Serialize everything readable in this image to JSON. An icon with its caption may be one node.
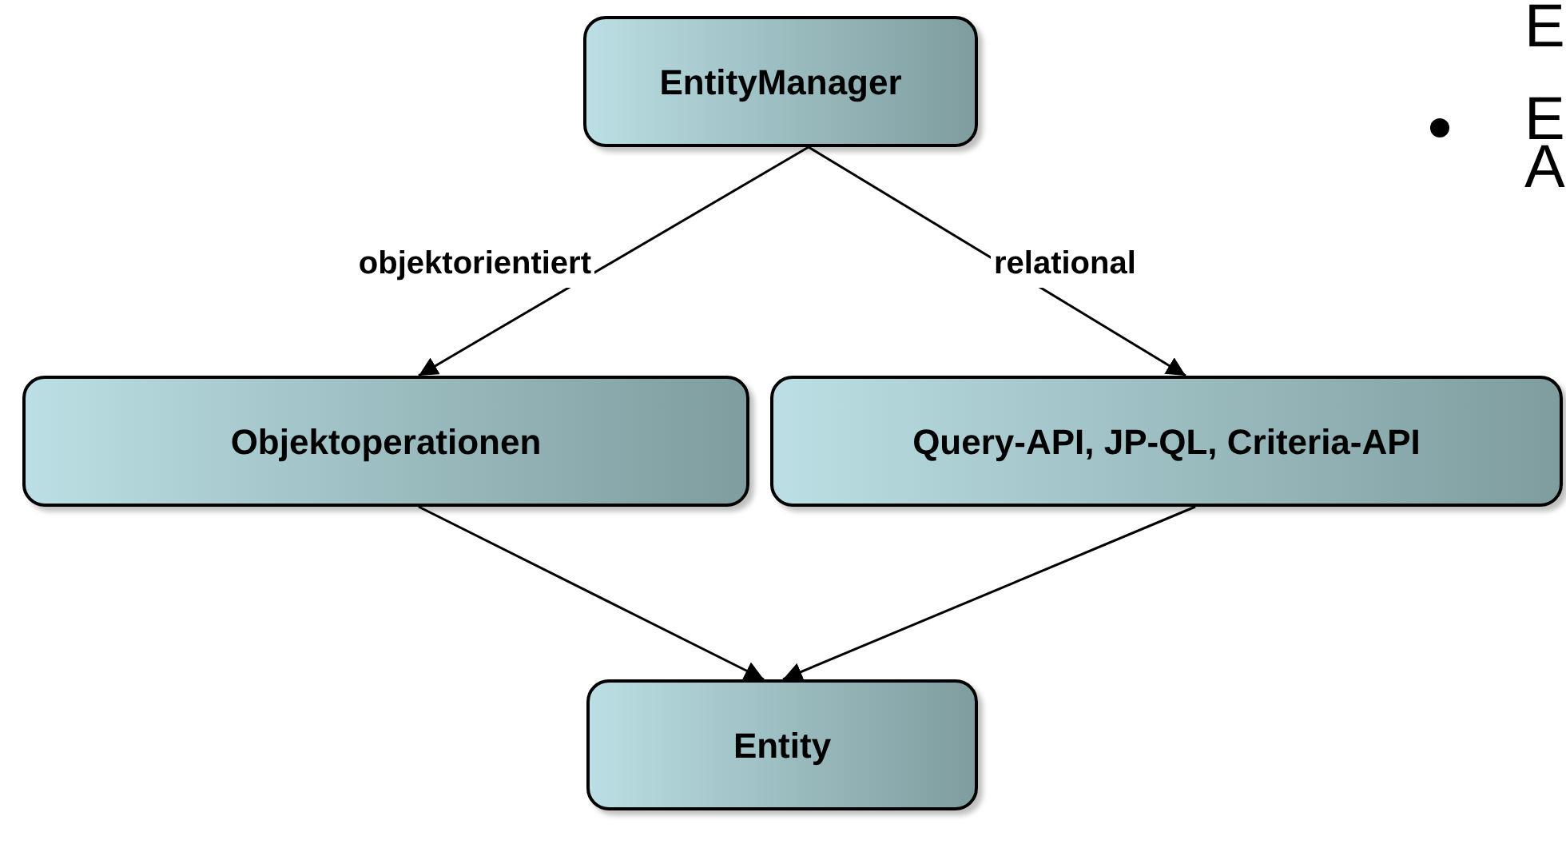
{
  "diagram": {
    "nodes": [
      {
        "text": [
          "EntityManager"
        ]
      },
      {
        "text": [
          "Objektoperationen"
        ]
      },
      {
        "text": [
          "Query-API, JP-QL, Criteria-API"
        ]
      },
      {
        "text": [
          "Entity"
        ]
      }
    ],
    "edges": [
      {
        "from": 0,
        "to": 1,
        "arrow": "to",
        "label": "objektorientiert"
      },
      {
        "from": 0,
        "to": 2,
        "arrow": "to",
        "label": "relational"
      },
      {
        "from": 1,
        "to": 3,
        "arrow": "to"
      },
      {
        "from": 2,
        "to": 3,
        "arrow": "to"
      }
    ],
    "labels": [
      "E",
      "E",
      "A"
    ]
  }
}
